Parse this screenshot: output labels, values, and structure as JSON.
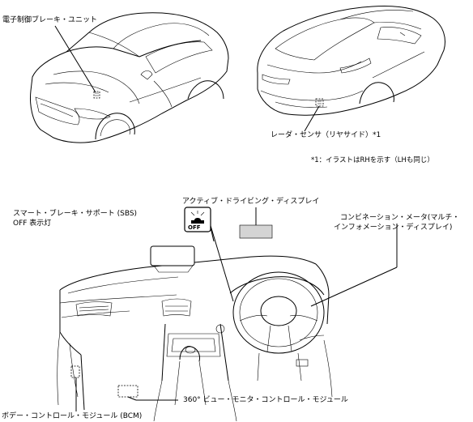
{
  "labels": {
    "ebcm": "電子制御ブレーキ・ユニット",
    "radar": "レーダ・センサ（リヤサイド）*1",
    "footnote": "*1：イラストはRHを示す（LHも同じ）",
    "ads": "アクティブ・ドライビング・ディスプレイ",
    "sbs_line1": "スマート・ブレーキ・サポート (SBS)",
    "sbs_line2": "OFF 表示灯",
    "meter_line1": "コンビネーション・メータ(マルチ・",
    "meter_line2": "インフォメーション・ディスプレイ)",
    "svm": "360° ビュー・モニタ・コントロール・モジュール",
    "bcm": "ボデー・コントロール・モジュール (BCM)"
  },
  "sbs_icon_text": "OFF"
}
